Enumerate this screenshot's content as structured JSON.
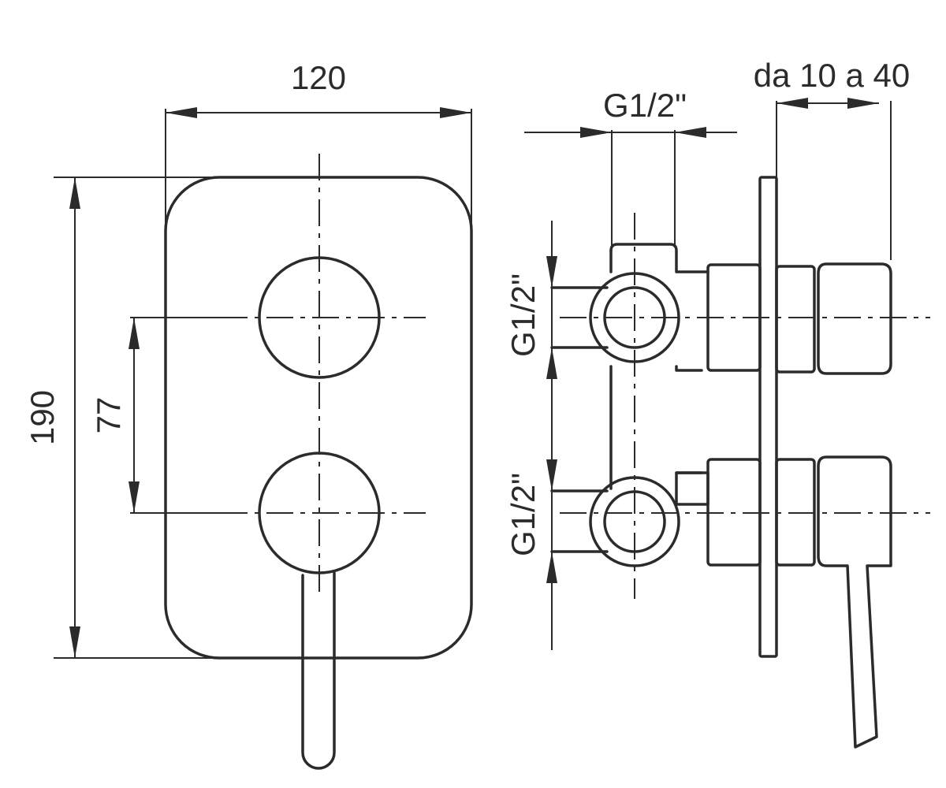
{
  "labels": {
    "width": "120",
    "height": "190",
    "spacing": "77",
    "thread_top": "G1/2\"",
    "thread_upper": "G1/2\"",
    "thread_lower": "G1/2\"",
    "adjust_range": "da 10 a 40"
  },
  "colors": {
    "line": "#2b2b2b",
    "background": "#ffffff"
  }
}
